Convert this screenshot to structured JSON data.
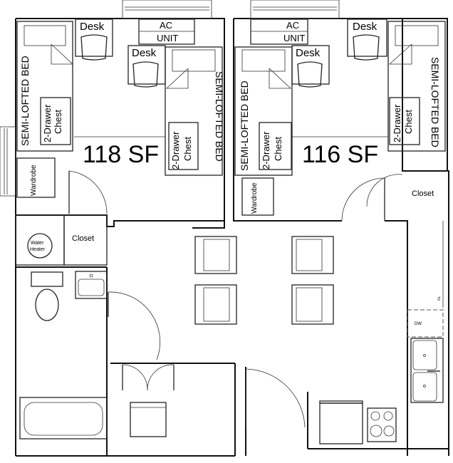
{
  "rooms": {
    "left": {
      "area": "118 SF",
      "bed1": "SEMI-LOFTED BED",
      "bed2": "SEMI-LOFTED BED",
      "chest1": [
        "2-Drawer",
        "Chest"
      ],
      "chest2": [
        "2-Drawer",
        "Chest"
      ],
      "desk1": "Desk",
      "desk2": "Desk",
      "ac": [
        "AC",
        "UNIT"
      ],
      "wardrobe": "Wardrobe"
    },
    "right": {
      "area": "116 SF",
      "bed1": "SEMI-LOFTED BED",
      "bed2": "SEMI-LOFTED BED",
      "chest1": [
        "2-Drawer",
        "Chest"
      ],
      "chest2": [
        "2-Drawer",
        "Chest"
      ],
      "desk1": "Desk",
      "desk2": "Desk",
      "ac": [
        "AC",
        "UNIT"
      ],
      "wardrobe": "Wardrobe",
      "closet": "Closet"
    }
  },
  "utility": {
    "water_heater": [
      "Water",
      "Heater"
    ],
    "closet": "Closet"
  },
  "kitchen": {
    "dishwasher": "DW",
    "tv": "TV"
  }
}
